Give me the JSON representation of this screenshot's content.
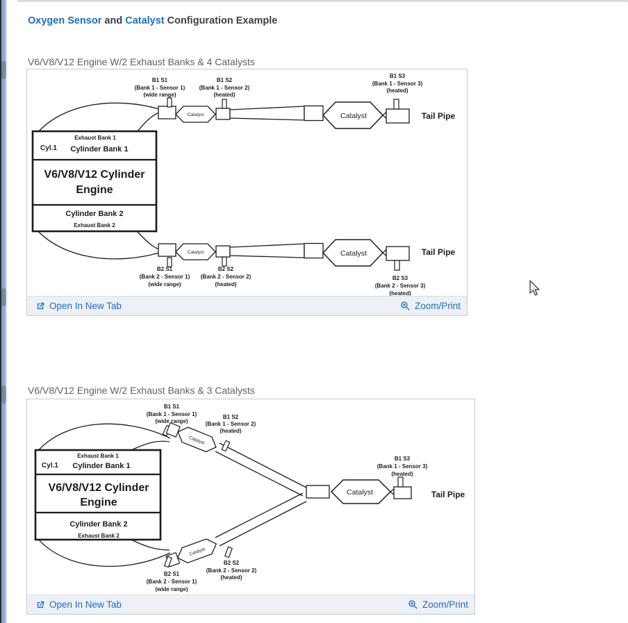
{
  "header": {
    "parts": [
      {
        "text": "Oxygen Sensor",
        "link": true
      },
      {
        "text": " and ",
        "link": false
      },
      {
        "text": "Catalyst",
        "link": true
      },
      {
        "text": " Configuration Example",
        "link": false
      }
    ]
  },
  "colors": {
    "link_blue": "#1a6fc0",
    "title_text": "#3b4046",
    "section_title": "#5c6167",
    "footer_bg": "#edf0f4",
    "figure_border": "#c5cad1",
    "diagram_ink": "#1b1b1b",
    "window_edge_blue": "#8aa4c6"
  },
  "sections": [
    {
      "title": "V6/V8/V12 Engine W/2 Exhaust Banks & 4 Catalysts",
      "diagram": {
        "engine": {
          "cyl": "Cyl.1",
          "exhaust_bank_1": "Exhaust Bank 1",
          "cylinder_bank_1": "Cylinder Bank 1",
          "name_line1": "V6/V8/V12 Cylinder",
          "name_line2": "Engine",
          "cylinder_bank_2": "Cylinder Bank 2",
          "exhaust_bank_2": "Exhaust Bank 2"
        },
        "catalyst_label": "Catalyst",
        "tail_pipe_label": "Tail Pipe",
        "sensors": {
          "b1s1": [
            "B1 S1",
            "(Bank 1 - Sensor 1)",
            "(wide range)"
          ],
          "b1s2": [
            "B1 S2",
            "(Bank 1 - Sensor 2)",
            "(heated)"
          ],
          "b1s3": [
            "B1 S3",
            "(Bank 1 - Sensor 3)",
            "(heated)"
          ],
          "b2s1": [
            "B2 S1",
            "(Bank 2 - Sensor 1)",
            "(wide range)"
          ],
          "b2s2": [
            "B2 S2",
            "(Bank 2 - Sensor 2)",
            "(heated)"
          ],
          "b2s3": [
            "B2 S3",
            "(Bank 2 - Sensor 3)",
            "(heated)"
          ]
        }
      },
      "footer": {
        "open_in_new_tab": "Open In New Tab",
        "zoom_print": "Zoom/Print"
      }
    },
    {
      "title": "V6/V8/V12 Engine W/2 Exhaust Banks & 3 Catalysts",
      "diagram": {
        "engine": {
          "cyl": "Cyl.1",
          "exhaust_bank_1": "Exhaust Bank 1",
          "cylinder_bank_1": "Cylinder Bank 1",
          "name_line1": "V6/V8/V12 Cylinder",
          "name_line2": "Engine",
          "cylinder_bank_2": "Cylinder Bank 2",
          "exhaust_bank_2": "Exhaust Bank 2"
        },
        "catalyst_label": "Catalyst",
        "tail_pipe_label": "Tail Pipe",
        "sensors": {
          "b1s1": [
            "B1 S1",
            "(Bank 1 - Sensor 1)",
            "(wide range)"
          ],
          "b1s2": [
            "B1 S2",
            "(Bank 1 - Sensor 2)",
            "(heated)"
          ],
          "b1s3": [
            "B1 S3",
            "(Bank 1 - Sensor 3)",
            "(heated)"
          ],
          "b2s1": [
            "B2 S1",
            "(Bank 2 - Sensor 1)",
            "(wide range)"
          ],
          "b2s2": [
            "B2 S2",
            "(Bank 2 - Sensor 2)",
            "(heated)"
          ]
        }
      },
      "footer": {
        "open_in_new_tab": "Open In New Tab",
        "zoom_print": "Zoom/Print"
      }
    }
  ]
}
